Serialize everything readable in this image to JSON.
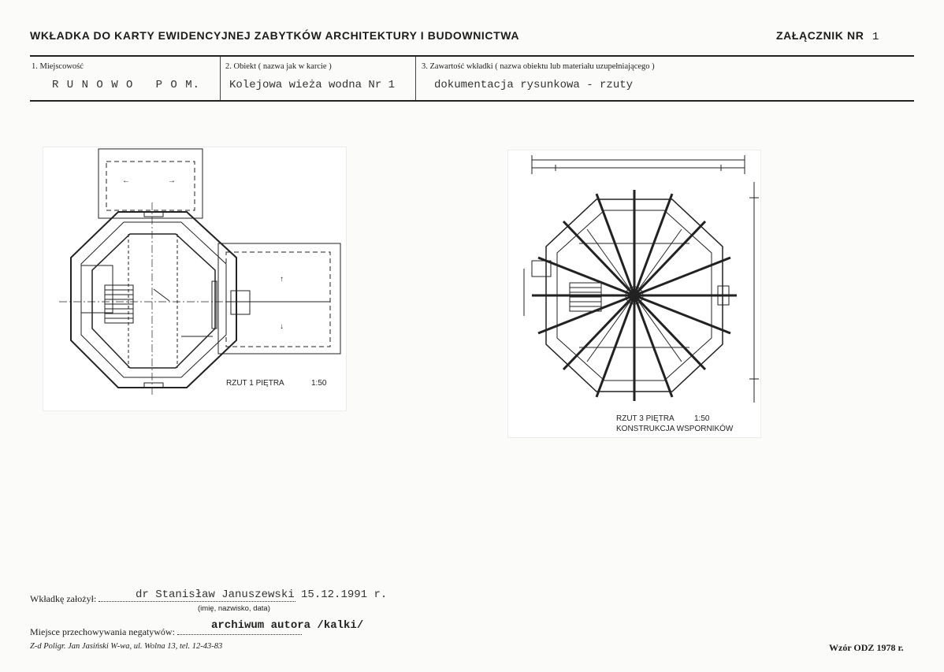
{
  "header": {
    "title": "WKŁADKA DO KARTY EWIDENCYJNEJ ZABYTKÓW ARCHITEKTURY I BUDOWNICTWA",
    "annex_label": "ZAŁĄCZNIK NR",
    "annex_number": "1"
  },
  "fields": {
    "locality_label": "1. Miejscowość",
    "locality_value": "R U N O W O   P O M.",
    "object_label": "2. Obiekt ( nazwa jak w karcie )",
    "object_value": "Kolejowa wieża wodna Nr 1",
    "content_label": "3. Zawartość wkładki ( nazwa obiektu lub materiału uzupełniającego )",
    "content_value": "dokumentacja rysunkowa - rzuty"
  },
  "drawings": {
    "left_caption_title": "RZUT  1  PIĘTRA",
    "left_caption_scale": "1:50",
    "right_caption_title": "RZUT  3  PIĘTRA",
    "right_caption_scale": "1:50",
    "right_caption_subtitle": "KONSTRUKCJA  WSPORNIKÓW"
  },
  "footer": {
    "founded_label": "Wkładkę założył:",
    "founded_value": "dr Stanisław Januszewski 15.12.1991 r.",
    "founded_hint": "(imię, nazwisko, data)",
    "storage_label": "Miejsce przechowywania negatywów:",
    "storage_value": "archiwum autora /kalki/",
    "printer": "Z-d Poligr. Jan Jasiński W-wa, ul. Wolna 13, tel. 12-43-83",
    "model": "Wzór ODZ 1978 r."
  }
}
